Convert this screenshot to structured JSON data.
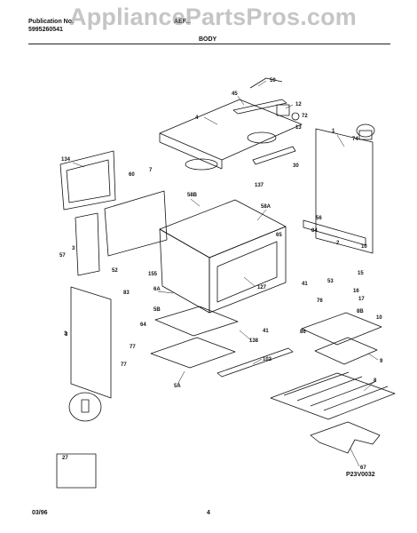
{
  "header": {
    "publication_label": "Publication No.",
    "publication_number": "5995260541",
    "model": "AEF...",
    "watermark": "AppliancePartsPros.com",
    "section": "BODY"
  },
  "footer": {
    "date": "03/96",
    "page": "4",
    "drawing_code": "P23V0032"
  },
  "callouts": [
    "59",
    "45",
    "12",
    "72",
    "13",
    "4",
    "1",
    "74",
    "30",
    "134",
    "60",
    "7",
    "137",
    "58B",
    "58A",
    "65",
    "84",
    "56",
    "2",
    "10",
    "3",
    "52",
    "155",
    "6A",
    "127",
    "41",
    "15",
    "83",
    "53",
    "16",
    "17",
    "3",
    "5B",
    "76",
    "138",
    "64",
    "8B",
    "86",
    "10",
    "77",
    "41",
    "9",
    "102",
    "5A",
    "8",
    "77",
    "27",
    "57",
    "3",
    "67"
  ]
}
